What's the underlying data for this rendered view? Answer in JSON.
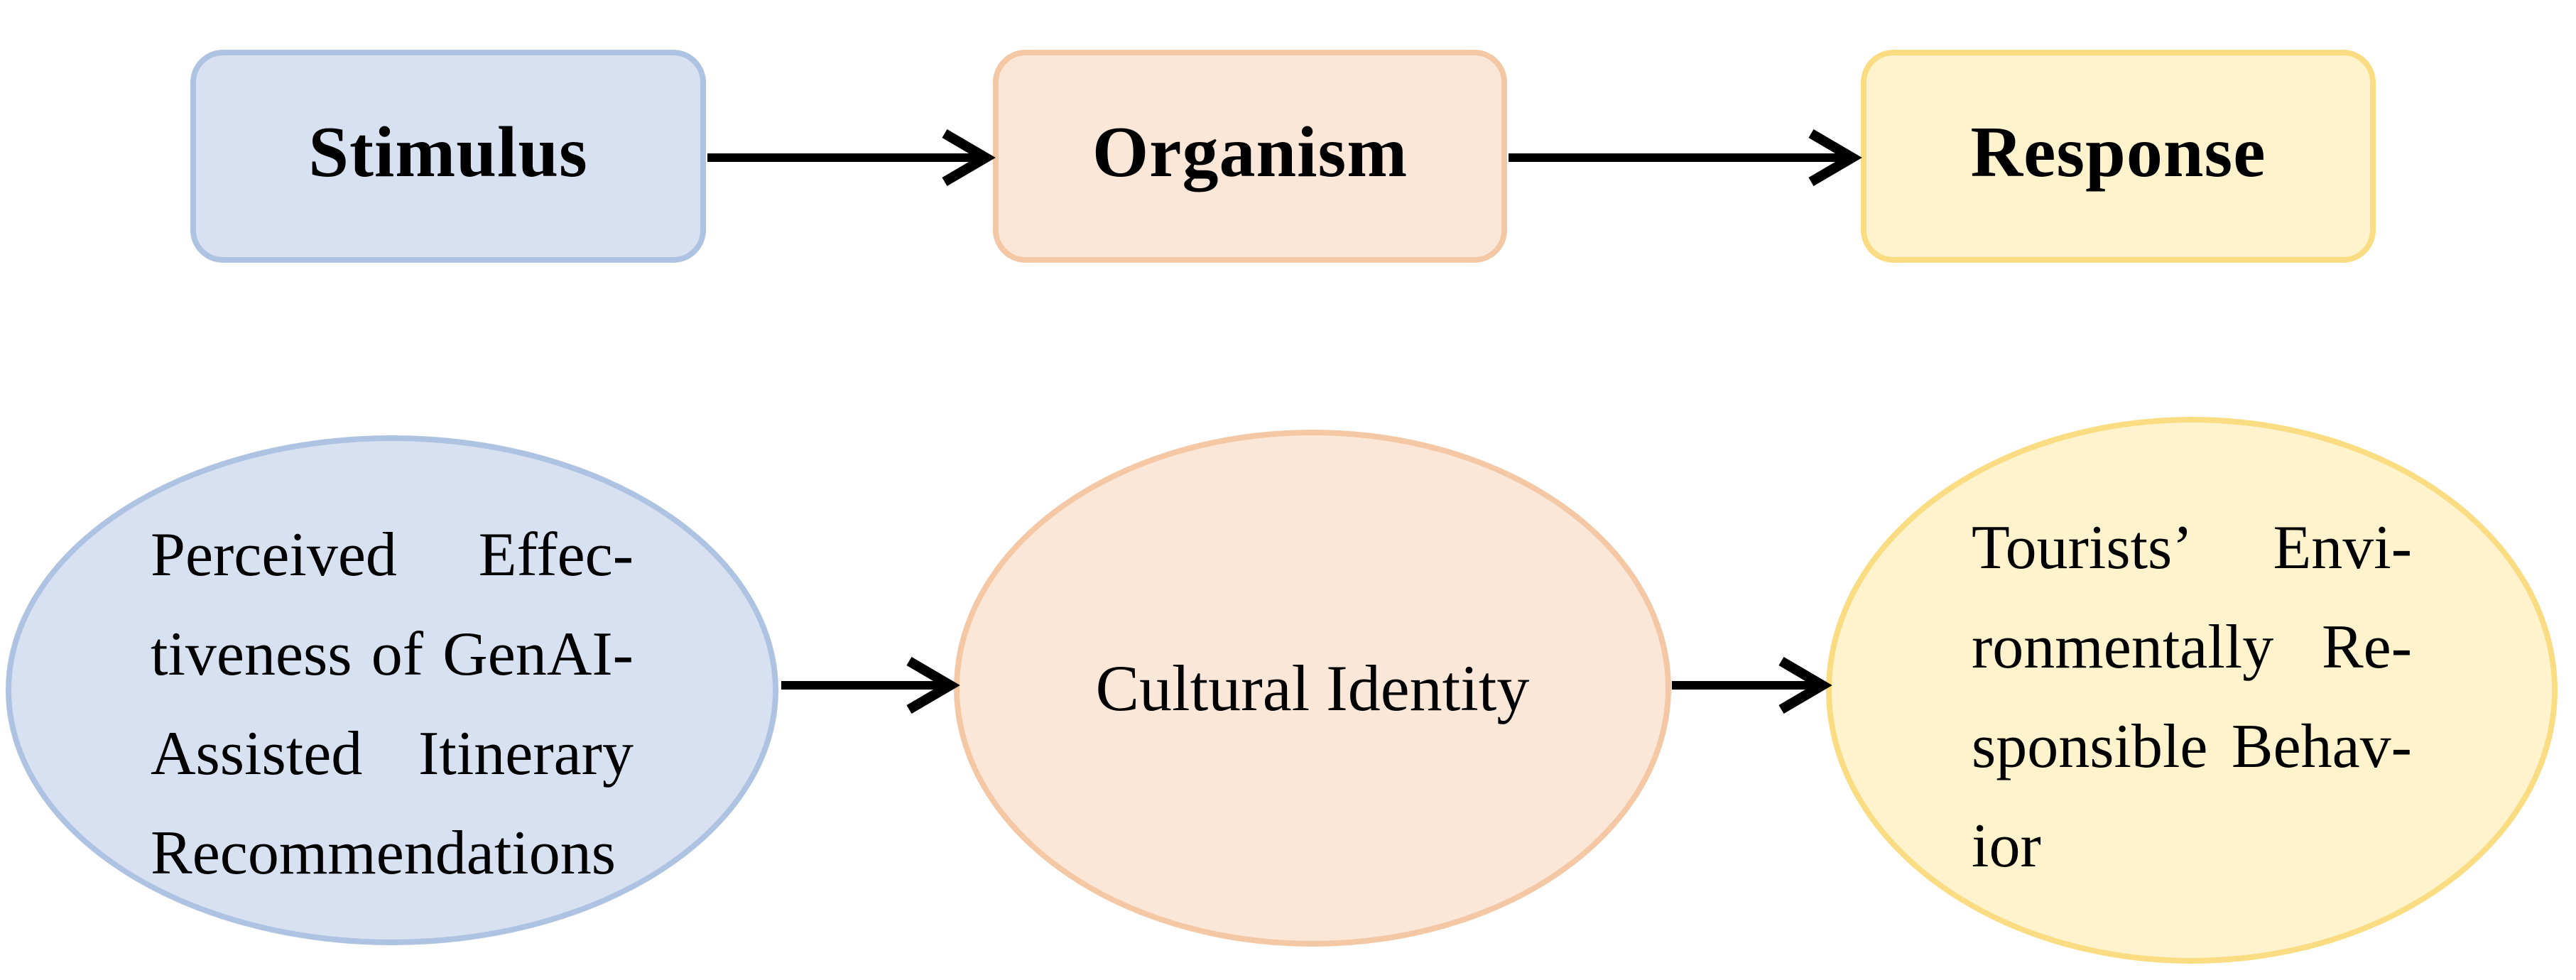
{
  "figure_type": "stimulus-organism-response framework diagram",
  "top_row": [
    {
      "id": "stimulus",
      "label": "Stimulus"
    },
    {
      "id": "organism",
      "label": "Organism"
    },
    {
      "id": "response",
      "label": "Response"
    }
  ],
  "bottom_row": [
    {
      "id": "perceived-effectiveness",
      "full_text": "Perceived Effectiveness of GenAI-Assisted Itinerary Recommendations",
      "lines": [
        "Perceived Effec-",
        "tiveness of GenAI-",
        "Assisted Itinerary",
        "Recommendations"
      ]
    },
    {
      "id": "cultural-identity",
      "full_text": "Cultural Identity",
      "lines": [
        "Cultural Identity"
      ]
    },
    {
      "id": "environmentally-responsible-behavior",
      "full_text": "Tourists’ Environmentally Responsible Behavior",
      "lines": [
        "Tourists’ Envi-",
        "ronmentally Re-",
        "sponsible Behav-",
        "ior"
      ]
    }
  ],
  "connections": [
    {
      "from": "Stimulus",
      "to": "Organism"
    },
    {
      "from": "Organism",
      "to": "Response"
    },
    {
      "from": "Perceived Effectiveness of GenAI-Assisted Itinerary Recommendations",
      "to": "Cultural Identity"
    },
    {
      "from": "Cultural Identity",
      "to": "Tourists’ Environmentally Responsible Behavior"
    }
  ],
  "colors": {
    "stimulus_fill": "#D8E1F1",
    "stimulus_border": "#AEC3E2",
    "organism_fill": "#FBE7D8",
    "organism_border": "#F4C7A5",
    "response_fill": "#FFF3CE",
    "response_border": "#FADD82",
    "arrow": "#000000",
    "text": "#000000"
  }
}
